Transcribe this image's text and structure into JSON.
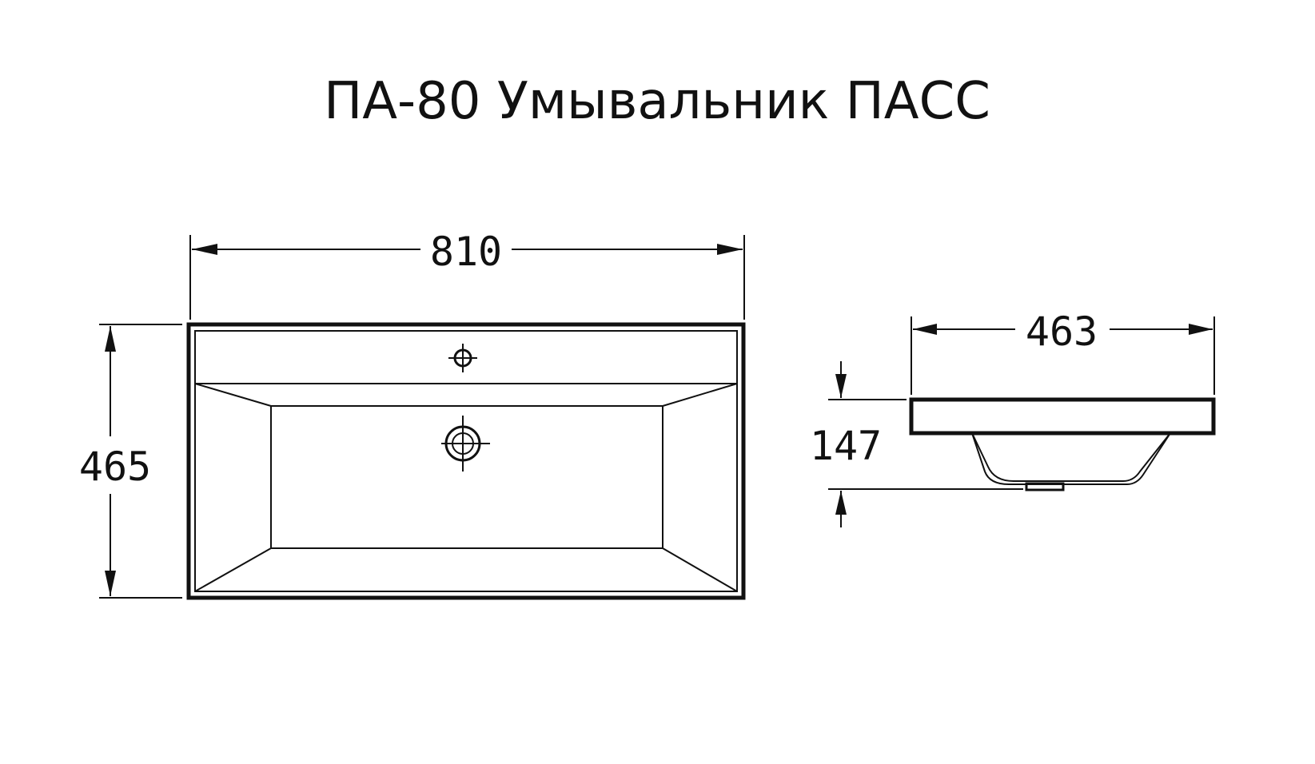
{
  "title": "ПА-80 Умывальник ПАСС",
  "dimensions": {
    "top_width": "810",
    "top_depth": "465",
    "side_depth": "463",
    "side_height": "147"
  },
  "colors": {
    "line": "#111111",
    "background": "#ffffff"
  }
}
